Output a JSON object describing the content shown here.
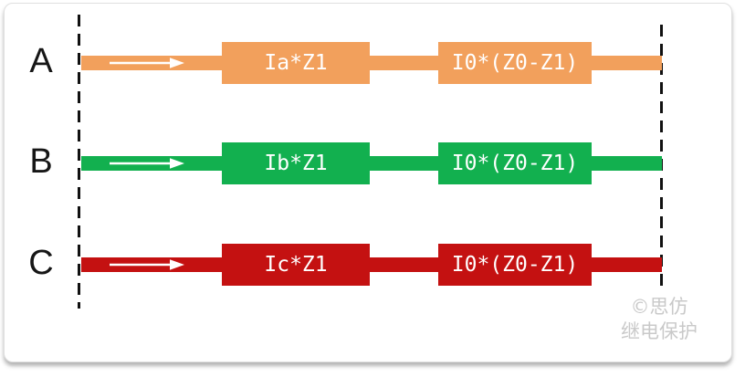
{
  "phases": [
    {
      "label": "A",
      "color": "#F2A05C",
      "box1": "Ia*Z1",
      "box2": "I0*(Z0-Z1)"
    },
    {
      "label": "B",
      "color": "#12B04F",
      "box1": "Ib*Z1",
      "box2": "I0*(Z0-Z1)"
    },
    {
      "label": "C",
      "color": "#C41111",
      "box1": "Ic*Z1",
      "box2": "I0*(Z0-Z1)"
    }
  ],
  "watermark": {
    "line1": "©思仿",
    "line2": "继电保护",
    "color": "#C9C9C9"
  },
  "colors": {
    "dashed_line": "#111111",
    "label_text": "#161616",
    "box_text": "#FFFFFF",
    "arrow": "#FFFFFF",
    "card_border": "#E0E0E0"
  }
}
